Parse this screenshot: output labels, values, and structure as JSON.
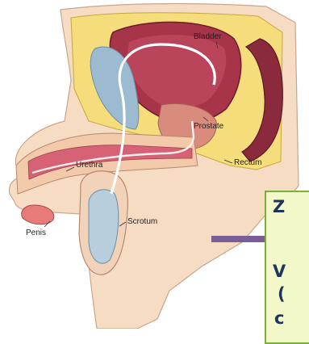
{
  "labels": {
    "bladder": "Bladder",
    "prostate": "Prostate",
    "urethra": "Urethra",
    "rectum": "Rectum",
    "scrotum": "Scrotum",
    "penis": "Penis"
  },
  "callout": {
    "line1": "Z",
    "line2": "V",
    "line3": "(",
    "line4": "c"
  },
  "colors": {
    "skin": "#f7dcc4",
    "fat_yellow": "#f4dd7a",
    "bladder": "#a8344a",
    "prostate": "#d98b7e",
    "seminal_vesicle": "#9cbad0",
    "rectum": "#8b2a3c",
    "testis": "#b8cedd",
    "callout_fill": "#f3f8c9",
    "callout_border": "#7cae3a",
    "callout_text": "#1d3558",
    "arrow": "#7a5c96"
  }
}
